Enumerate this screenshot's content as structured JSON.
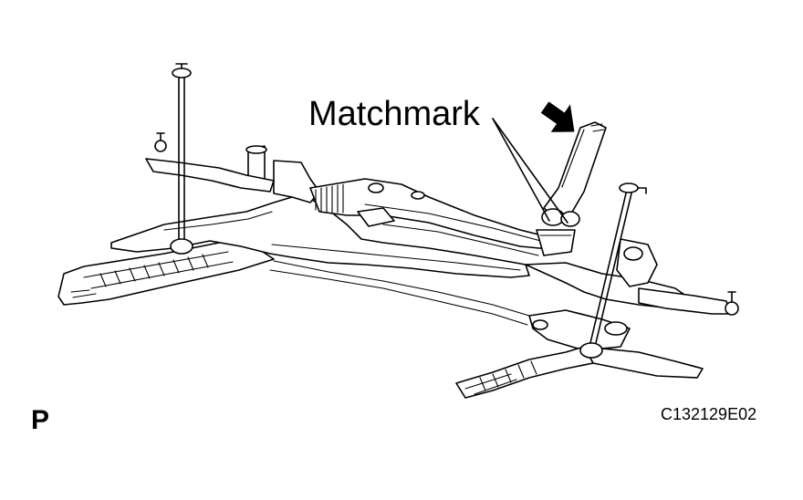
{
  "callout": {
    "text": "Matchmark"
  },
  "view_marker": {
    "text": "P"
  },
  "figure_code": {
    "text": "C132129E02"
  },
  "colors": {
    "line": "#000000",
    "background": "#ffffff"
  },
  "icons": {
    "direction_arrow": "direction-arrow-icon"
  }
}
